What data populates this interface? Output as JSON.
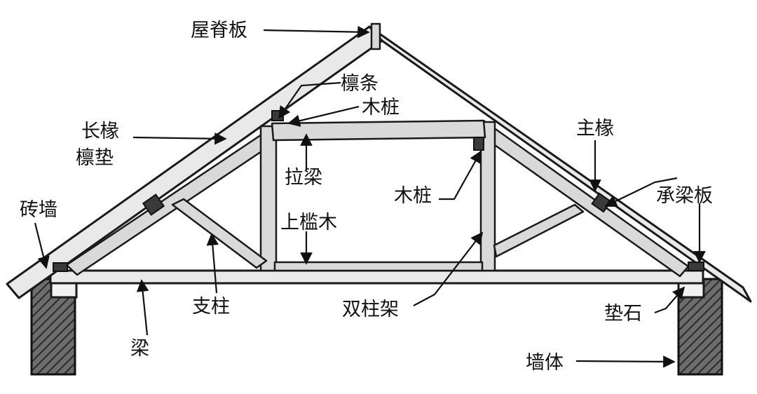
{
  "diagram": {
    "labels": {
      "ridge_board": "屋脊板",
      "purlin": "檩条",
      "wood_peg_top": "木桩",
      "long_rafter": "长椽",
      "purlin_pad": "檩垫",
      "tie_beam": "拉梁",
      "wood_peg_right": "木桩",
      "main_rafter": "主椽",
      "bearing_plate": "承梁板",
      "brick_wall": "砖墙",
      "upper_sill": "上槛木",
      "strut": "支柱",
      "double_post_frame": "双柱架",
      "pad_stone": "垫石",
      "beam": "梁",
      "wall_body": "墙体"
    }
  }
}
